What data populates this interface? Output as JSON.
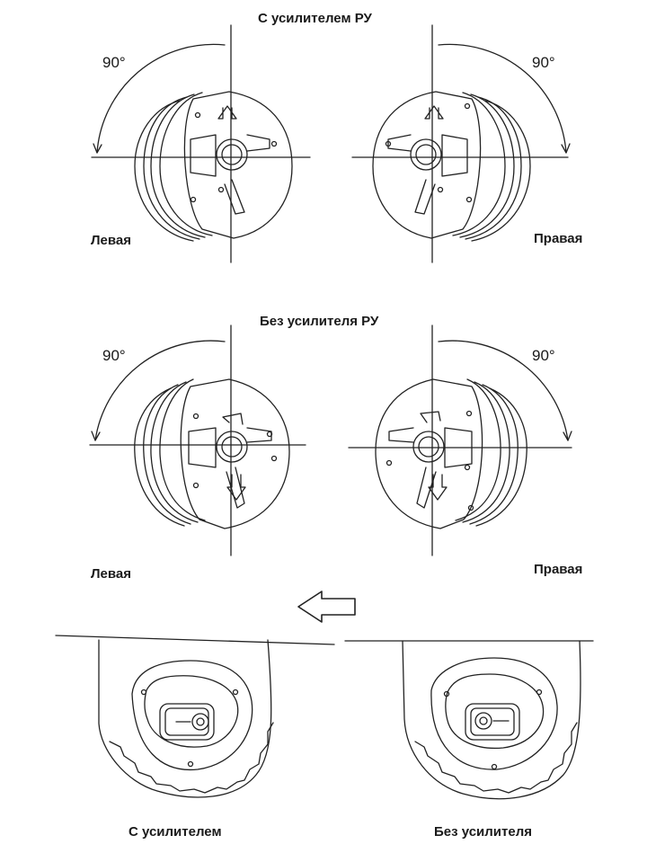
{
  "sections": {
    "power": {
      "title": "С усилителем РУ",
      "left_label": "Левая",
      "right_label": "Правая",
      "angle_left": "90°",
      "angle_right": "90°"
    },
    "manual": {
      "title": "Без усилителя РУ",
      "left_label": "Левая",
      "right_label": "Правая",
      "angle_left": "90°",
      "angle_right": "90°"
    }
  },
  "bottom": {
    "left_caption": "С усилителем",
    "right_caption": "Без усилителя"
  }
}
